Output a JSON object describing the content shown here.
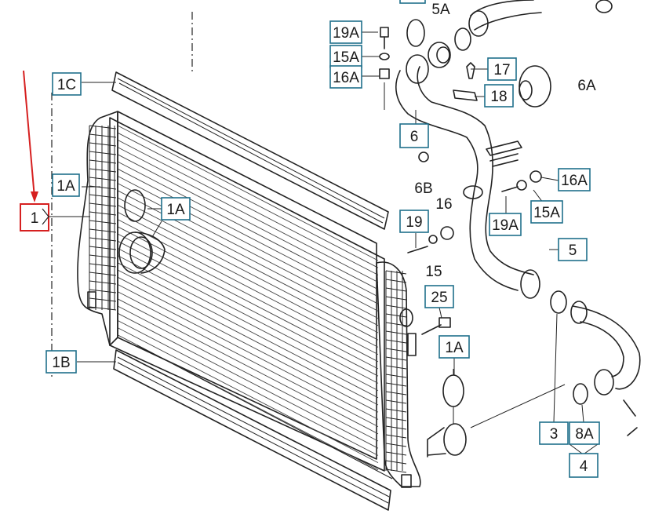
{
  "colors": {
    "callout_box": "#1f6f8b",
    "highlight": "#d62020",
    "line": "#222222",
    "background": "#ffffff"
  },
  "labels": {
    "l_1C": "1C",
    "l_1A_top": "1A",
    "l_1A_mid": "1A",
    "l_1": "1",
    "l_1B": "1B",
    "l_19A_top": "19A",
    "l_15A_top": "15A",
    "l_16A_top": "16A",
    "l_5A": "5A",
    "l_17": "17",
    "l_18": "18",
    "l_6A": "6A",
    "l_6": "6",
    "l_6B": "6B",
    "l_16A_right": "16A",
    "l_15A_right": "15A",
    "l_19A_right": "19A",
    "l_16": "16",
    "l_19": "19",
    "l_15": "15",
    "l_5": "5",
    "l_25": "25",
    "l_1A_bottom": "1A",
    "l_3": "3",
    "l_8A": "8A",
    "l_4": "4"
  }
}
